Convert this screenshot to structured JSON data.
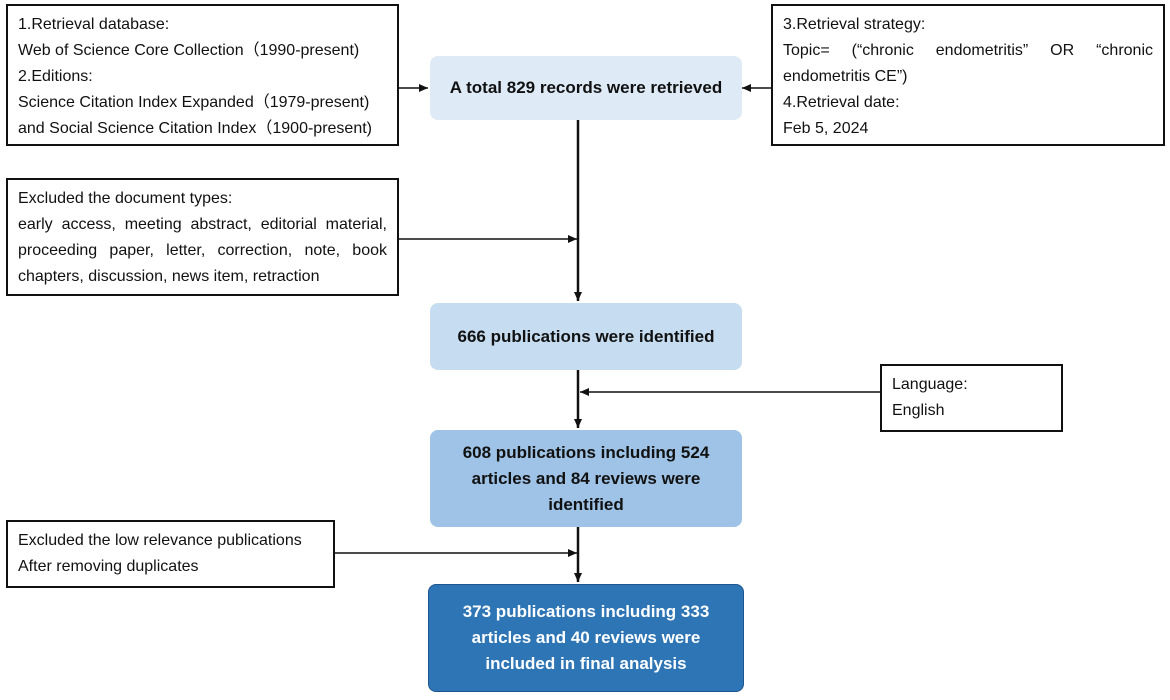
{
  "notes": {
    "database": {
      "lines": [
        "1.Retrieval database:",
        "Web of Science Core Collection（1990-present)",
        "2.Editions:",
        "Science Citation Index Expanded（1979-present)",
        "and Social Science Citation Index（1900-present)"
      ]
    },
    "strategy": {
      "lines": [
        "3.Retrieval strategy:",
        "Topic= (“chronic endometritis” OR “chronic",
        "endometritis CE”)",
        "4.Retrieval date:",
        "Feb 5, 2024"
      ]
    },
    "doc_types": {
      "lines": [
        "Excluded the document types:",
        "early access, meeting abstract, editorial material,",
        "proceeding paper, letter, correction, note, book",
        "chapters, discussion, news item, retraction"
      ]
    },
    "language": {
      "lines": [
        "Language:",
        "English"
      ]
    },
    "relevance": {
      "lines": [
        "Excluded the low relevance publications",
        "After removing duplicates"
      ]
    }
  },
  "steps": {
    "total": {
      "lines": [
        "A total 829 records were retrieved"
      ]
    },
    "identified": {
      "lines": [
        "666 publications were identified"
      ]
    },
    "english": {
      "lines": [
        "608 publications including 524",
        "articles and 84 reviews were",
        "identified"
      ]
    },
    "final": {
      "lines": [
        "373 publications including 333",
        "articles and 40 reviews were",
        "included in final analysis"
      ]
    }
  }
}
